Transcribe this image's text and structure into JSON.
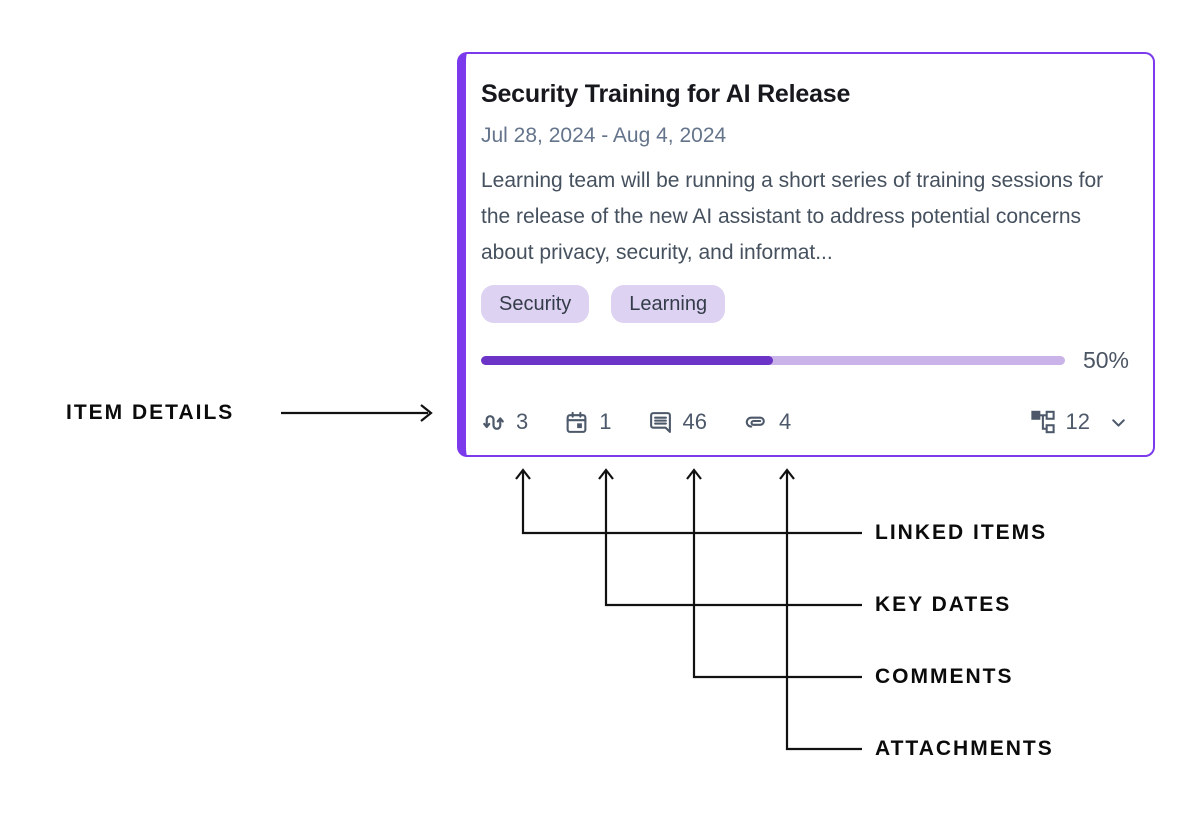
{
  "colors": {
    "accent": "#7C3AED",
    "progress_fill": "#6B34C6",
    "progress_track": "#C9B3E8",
    "tag_bg": "#DDD2F2",
    "icon": "#4E5A6A",
    "line": "#111111",
    "label_text": "#0B0B0C"
  },
  "card": {
    "title": "Security Training for AI Release",
    "date_range": "Jul 28, 2024 - Aug 4, 2024",
    "description": "Learning team will be running a short series of training sessions for the release of the new AI assistant to address potential concerns about privacy, security, and informat...",
    "tags": [
      "Security",
      "Learning"
    ],
    "progress": {
      "percent": 50,
      "label": "50%"
    },
    "footer": {
      "stats": [
        {
          "name": "linked-items",
          "icon": "linked-items-icon",
          "count": "3"
        },
        {
          "name": "key-dates",
          "icon": "calendar-icon",
          "count": "1"
        },
        {
          "name": "comments",
          "icon": "comments-icon",
          "count": "46"
        },
        {
          "name": "attachments",
          "icon": "paperclip-icon",
          "count": "4"
        }
      ],
      "subitems": {
        "name": "sub-items",
        "icon": "hierarchy-icon",
        "count": "12",
        "expand_icon": "chevron-down-icon"
      }
    }
  },
  "annotations": {
    "item_details": "ITEM DETAILS",
    "linked_items": "LINKED ITEMS",
    "key_dates": "KEY DATES",
    "comments": "COMMENTS",
    "attachments": "ATTACHMENTS"
  }
}
